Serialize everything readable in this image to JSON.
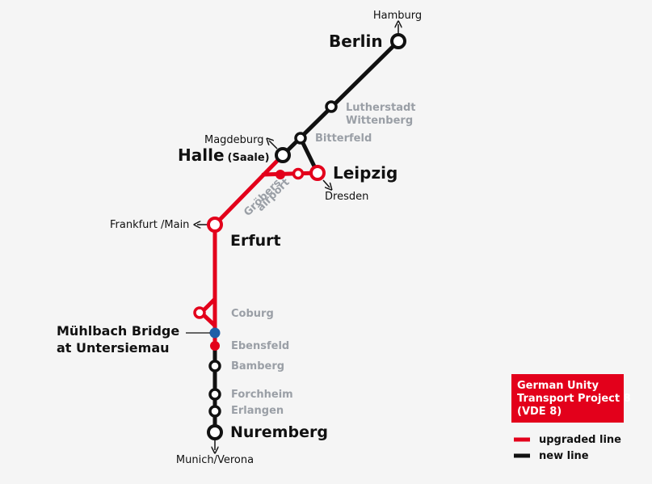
{
  "map": {
    "colors": {
      "upgraded": "#e3001b",
      "new": "#111111",
      "bridge": "#1f5fa8",
      "background": "#f5f5f5",
      "minor_label": "#9a9fa6"
    },
    "stations": {
      "berlin": "Berlin",
      "lutherstadt_1": "Lutherstadt",
      "lutherstadt_2": "Wittenberg",
      "bitterfeld": "Bitterfeld",
      "halle": "Halle",
      "halle_suffix": "(Saale)",
      "leipzig": "Leipzig",
      "grobers": "Gröbers",
      "airport": "airport",
      "erfurt": "Erfurt",
      "coburg": "Coburg",
      "ebensfeld": "Ebensfeld",
      "bamberg": "Bamberg",
      "forchheim": "Forchheim",
      "erlangen": "Erlangen",
      "nuremberg": "Nuremberg"
    },
    "destinations": {
      "hamburg": "Hamburg",
      "magdeburg": "Magdeburg",
      "dresden": "Dresden",
      "frankfurt": "Frankfurt /Main",
      "munich": "Munich/Verona"
    },
    "bridge": {
      "line1": "Mühlbach Bridge",
      "line2": "at Untersiemau"
    },
    "legend": {
      "title_1": "German Unity",
      "title_2": "Transport Project 8",
      "title_3": "(VDE 8)",
      "upgraded": "upgraded line",
      "new": "new line"
    }
  }
}
